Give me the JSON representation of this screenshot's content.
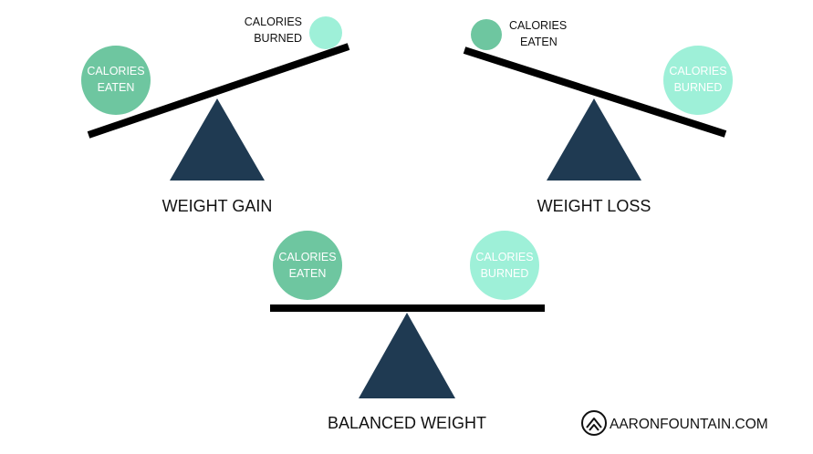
{
  "colors": {
    "fulcrum": "#1f3a52",
    "beam": "#000000",
    "calories_eaten": "#6ec6a0",
    "calories_burned": "#9ef0d8",
    "ball_text": "#ffffff",
    "text": "#111111"
  },
  "weight_gain": {
    "title": "WEIGHT GAIN",
    "eaten_line1": "CALORIES",
    "eaten_line2": "EATEN",
    "burned_line1": "CALORIES",
    "burned_line2": "BURNED"
  },
  "weight_loss": {
    "title": "WEIGHT LOSS",
    "eaten_line1": "CALORIES",
    "eaten_line2": "EATEN",
    "burned_line1": "CALORIES",
    "burned_line2": "BURNED"
  },
  "balanced_weight": {
    "title": "BALANCED WEIGHT",
    "eaten_line1": "CALORIES",
    "eaten_line2": "EATEN",
    "burned_line1": "CALORIES",
    "burned_line2": "BURNED"
  },
  "brand": {
    "text": "AARONFOUNTAIN.COM",
    "icon": "mountain-logo-icon"
  }
}
